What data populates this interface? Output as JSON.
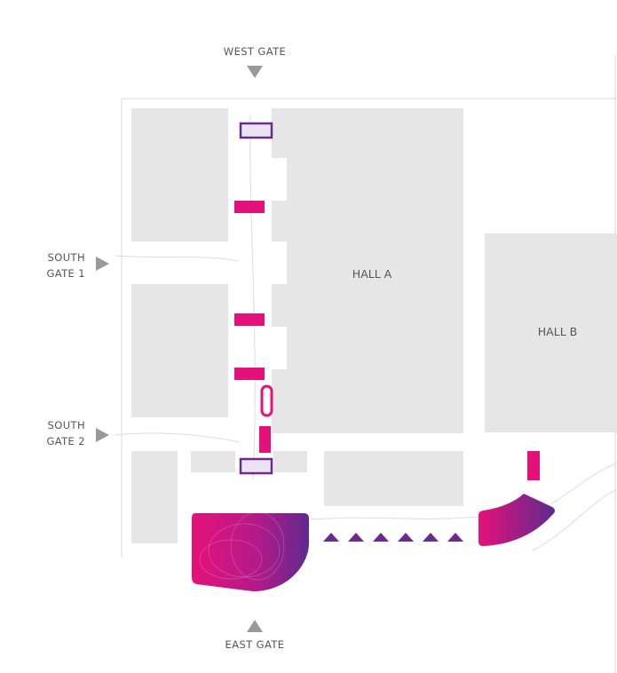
{
  "gates": {
    "west": {
      "label": "WEST GATE"
    },
    "east": {
      "label": "EAST GATE"
    },
    "south1": {
      "line1": "SOUTH",
      "line2": "GATE 1"
    },
    "south2": {
      "line1": "SOUTH",
      "line2": "GATE 2"
    }
  },
  "halls": {
    "a": {
      "label": "HALL A"
    },
    "b": {
      "label": "HALL B"
    }
  },
  "colors": {
    "accent_pink": "#e5117a",
    "accent_purple": "#6a2a8e",
    "building_gray": "#e6e6e6",
    "gate_arrow": "#999999"
  },
  "icons": {
    "gate_marker": "triangle-arrow-icon",
    "direction_marker": "purple-triangle-icon"
  }
}
